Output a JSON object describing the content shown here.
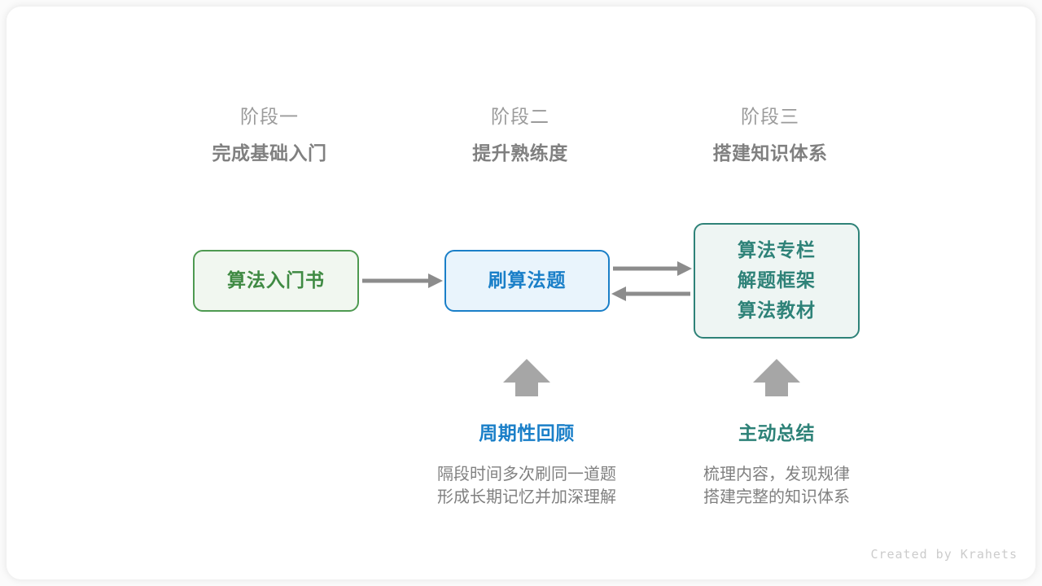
{
  "stages": [
    {
      "name": "阶段一",
      "title": "完成基础入门"
    },
    {
      "name": "阶段二",
      "title": "提升熟练度"
    },
    {
      "name": "阶段三",
      "title": "搭建知识体系"
    }
  ],
  "nodes": {
    "book": {
      "label": "算法入门书",
      "color": "#3f8a43",
      "border": "#4e9a51",
      "fill": "#f1f7f0"
    },
    "practice": {
      "label": "刷算法题",
      "color": "#1a7fc8",
      "border": "#1a7fc8",
      "fill": "#e9f4fc"
    },
    "resources": {
      "lines": [
        "算法专栏",
        "解题框架",
        "算法教材"
      ],
      "color": "#2e8278",
      "border": "#2e8278",
      "fill": "#eef5f3"
    }
  },
  "notes": [
    {
      "title": "周期性回顾",
      "desc_line1": "隔段时间多次刷同一道题",
      "desc_line2": "形成长期记忆并加深理解",
      "color": "#1a7fc8"
    },
    {
      "title": "主动总结",
      "desc_line1": "梳理内容，发现规律",
      "desc_line2": "搭建完整的知识体系",
      "color": "#2e8278"
    }
  ],
  "arrow_color": "#8c8c8c",
  "credit": "Created by Krahets"
}
